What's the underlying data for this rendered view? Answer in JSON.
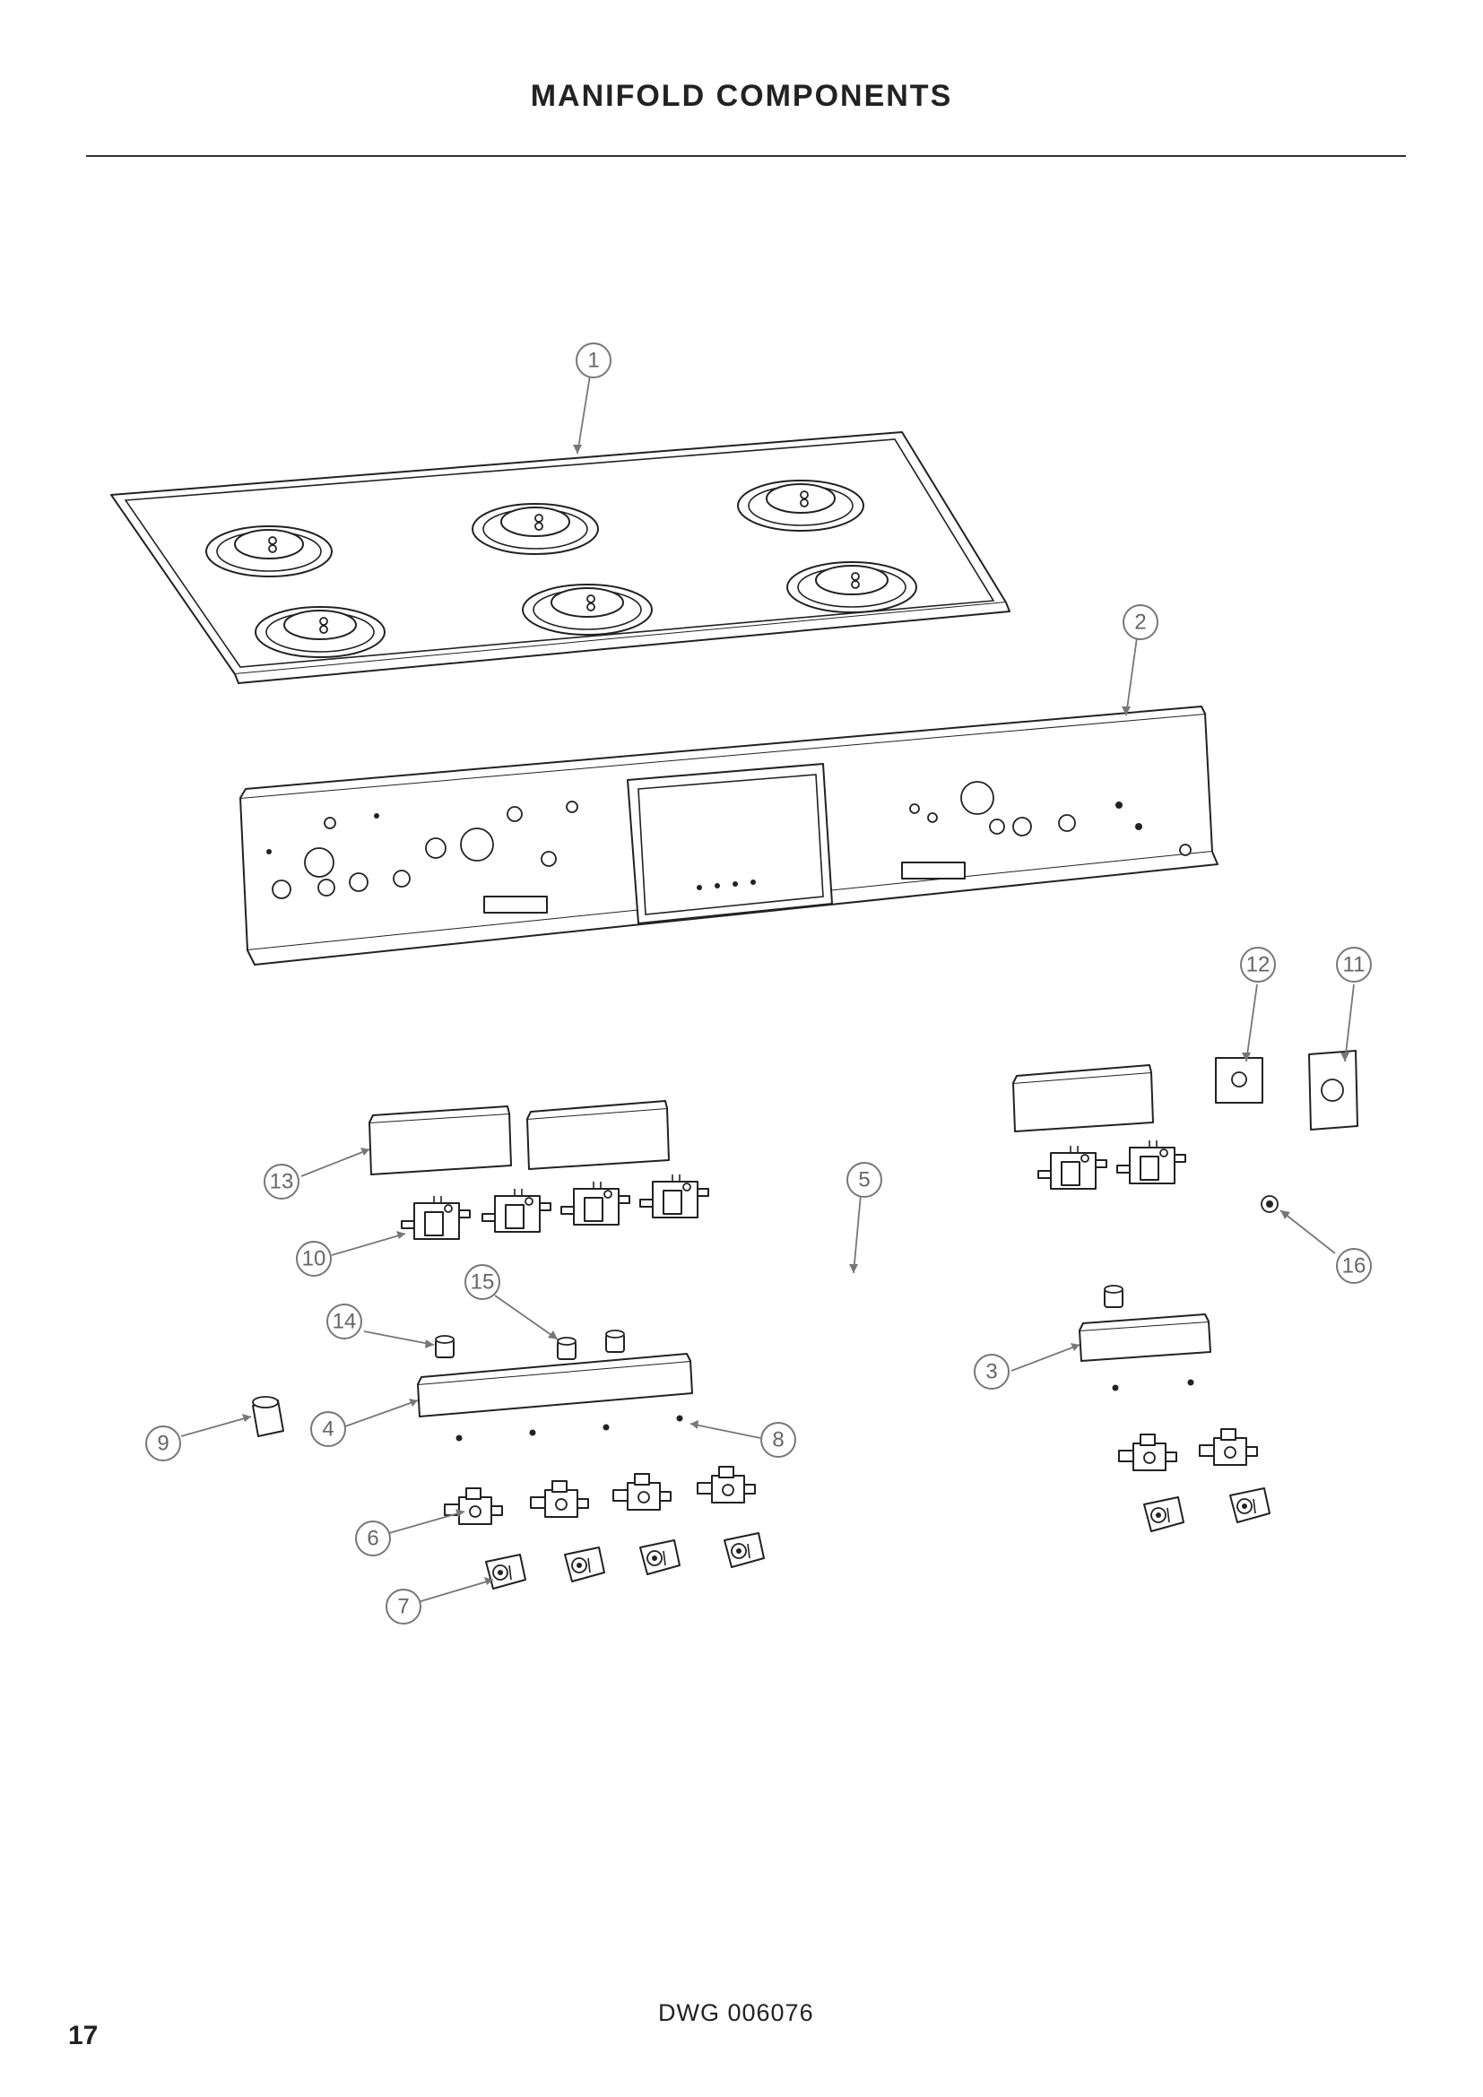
{
  "page": {
    "title": "MANIFOLD COMPONENTS",
    "drawing_number": "DWG 006076",
    "page_number": "17"
  },
  "callouts": [
    {
      "label": "1"
    },
    {
      "label": "2"
    },
    {
      "label": "3"
    },
    {
      "label": "4"
    },
    {
      "label": "5"
    },
    {
      "label": "6"
    },
    {
      "label": "7"
    },
    {
      "label": "8"
    },
    {
      "label": "9"
    },
    {
      "label": "10"
    },
    {
      "label": "11"
    },
    {
      "label": "12"
    },
    {
      "label": "13"
    },
    {
      "label": "14"
    },
    {
      "label": "15"
    },
    {
      "label": "16"
    }
  ]
}
